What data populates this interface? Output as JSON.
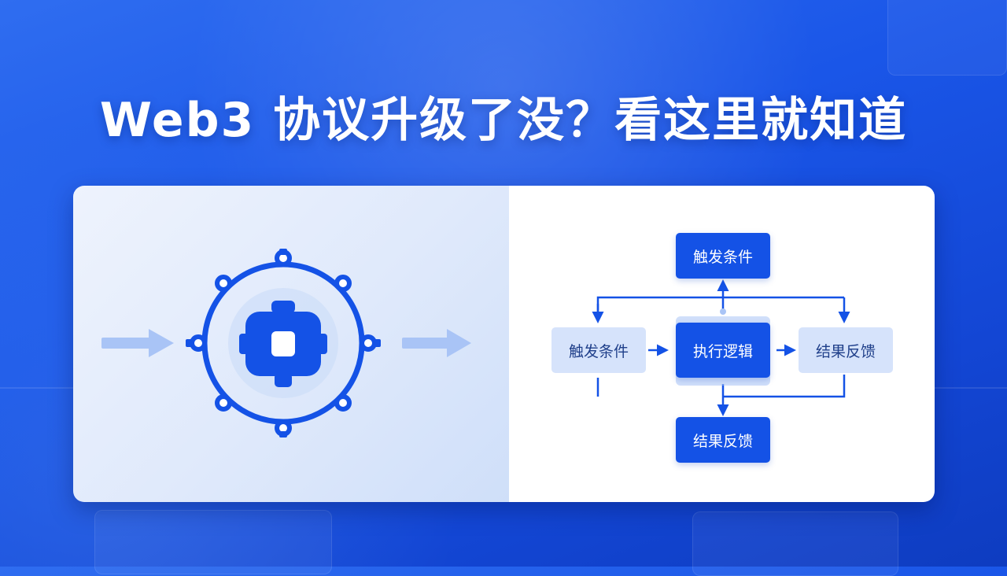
{
  "title": "Web3 协议升级了没？看这里就知道",
  "flowchart": {
    "top_box": "触发条件",
    "left_box": "触发条件",
    "center_box": "执行逻辑",
    "right_box": "结果反馈",
    "bottom_box": "结果反馈"
  },
  "colors": {
    "accent": "#1452e6",
    "light_box": "#d6e3fb",
    "background": "#1a56e8",
    "arrow_light": "#a9c4f6"
  },
  "icons": {
    "left_arrow": "arrow-right-icon",
    "right_arrow": "arrow-right-icon",
    "hub": "network-hub-icon",
    "core": "chip-icon"
  }
}
